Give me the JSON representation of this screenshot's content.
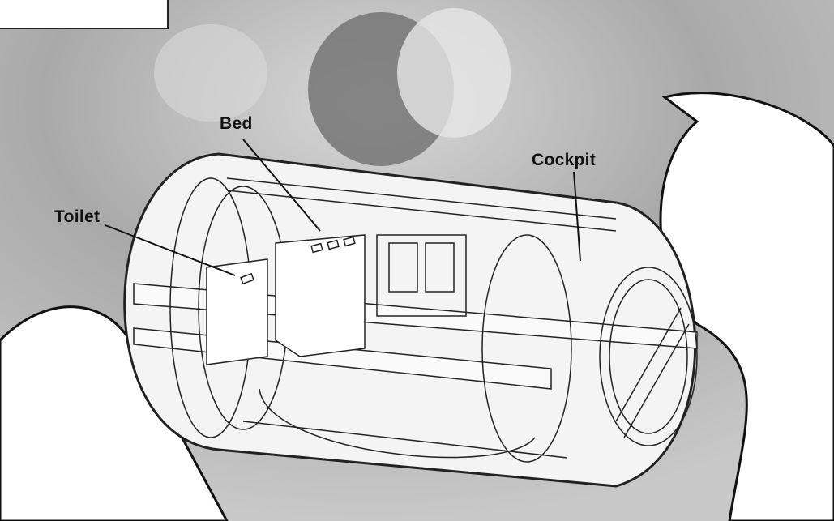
{
  "labels": {
    "bed": "Bed",
    "toilet": "Toilet",
    "cockpit": "Cockpit"
  },
  "colors": {
    "background": "#b8b8b8",
    "line": "#222222",
    "capsule_fill": "#f4f4f4"
  }
}
